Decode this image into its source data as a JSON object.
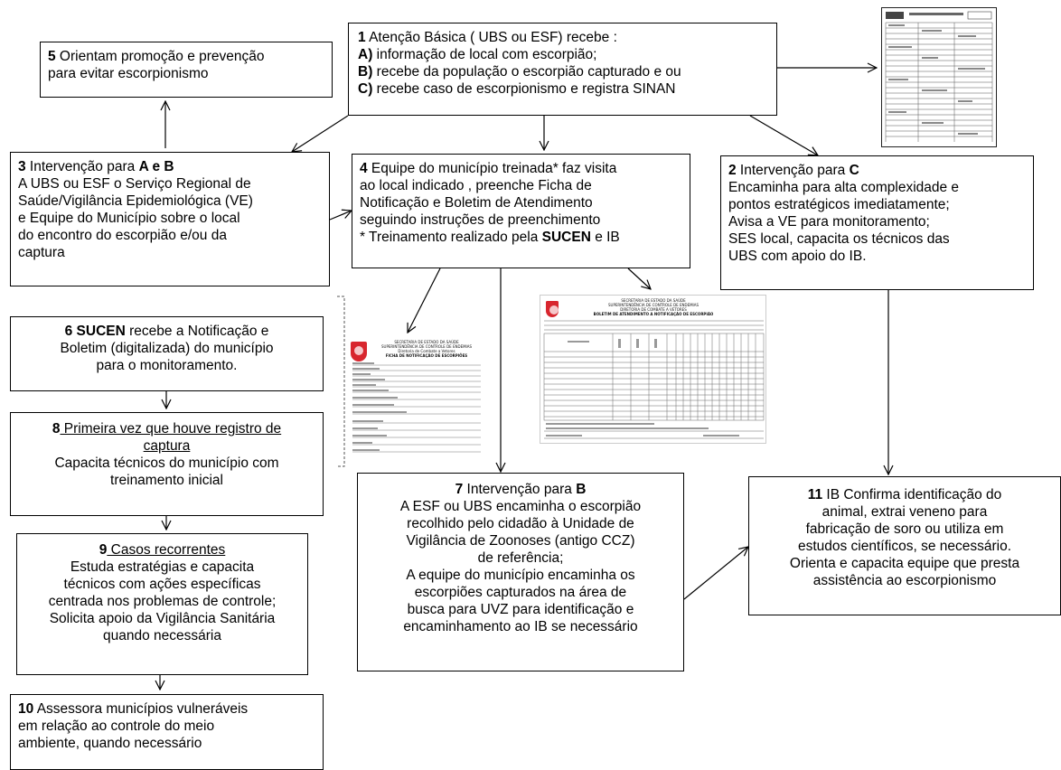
{
  "box1": {
    "num": "1",
    "line1": " Atenção Básica ( UBS ou ESF) recebe :",
    "a_label": "A)",
    "a_text": " informação de local com escorpião;",
    "b_label": "B)",
    "b_text": " recebe da população o escorpião capturado e ou",
    "c_label": "C)",
    "c_text": " recebe caso de escorpionismo e registra SINAN"
  },
  "box2": {
    "num": "2",
    "title_pre": " Intervenção  para ",
    "title_bold": "C",
    "lines": [
      "Encaminha para alta complexidade e",
      "pontos estratégicos imediatamente;",
      "Avisa a VE para monitoramento;",
      "SES local, capacita os técnicos das",
      "UBS com apoio do IB."
    ]
  },
  "box3": {
    "num": "3",
    "title_pre": " Intervenção  para ",
    "title_bold": "A e B",
    "lines": [
      "A  UBS ou ESF o Serviço Regional de",
      "Saúde/Vigilância Epidemiológica  (VE)",
      "e Equipe do Município sobre o local",
      "do encontro  do escorpião e/ou da",
      "captura"
    ]
  },
  "box4": {
    "num": "4",
    "lines": [
      " Equipe do município treinada* faz visita",
      "ao local indicado , preenche Ficha de",
      "Notificação e Boletim de Atendimento",
      "seguindo instruções de preenchimento"
    ],
    "foot_pre": "* Treinamento  realizado pela ",
    "foot_bold": "SUCEN",
    "foot_post": " e IB"
  },
  "box5": {
    "num": "5",
    "line1": " Orientam  promoção e prevenção",
    "line2": "para evitar escorpionismo"
  },
  "box6": {
    "num": "6",
    "bold": " SUCEN",
    "line1_rest": " recebe  a Notificação e",
    "line2": "Boletim  (digitalizada) do município",
    "line3": "para o monitoramento."
  },
  "box7": {
    "num": "7",
    "title_pre": " Intervenção  para  ",
    "title_bold": "B",
    "lines": [
      "A ESF ou UBS encaminha  o escorpião",
      "recolhido pelo cidadão à Unidade de",
      "Vigilância de Zoonoses (antigo CCZ)",
      "de referência;",
      "A equipe do município encaminha  os",
      "escorpiões capturados na área de",
      "busca para UVZ para identificação e",
      "encaminhamento  ao IB se necessário"
    ]
  },
  "box8": {
    "num": "8",
    "title": " Primeira vez que houve registro de",
    "title2": "captura",
    "line1": "Capacita técnicos do município  com",
    "line2": "treinamento inicial"
  },
  "box9": {
    "num": "9",
    "title": " Casos recorrentes",
    "lines": [
      "Estuda estratégias e capacita",
      "técnicos com ações específicas",
      "centrada nos problemas de controle;",
      "Solicita apoio da Vigilância Sanitária",
      "quando necessária"
    ]
  },
  "box10": {
    "num": "10",
    "line1": " Assessora municípios vulneráveis",
    "lines": [
      "em relação ao controle do meio",
      "ambiente, quando necessário"
    ]
  },
  "box11": {
    "num": "11",
    "line1": " IB  Confirma identificação do",
    "lines": [
      "animal,  extrai veneno para",
      "fabricação de soro ou utiliza em",
      "estudos científicos,  se necessário.",
      "Orienta  e capacita equipe que presta",
      "assistência ao escorpionismo"
    ]
  },
  "form_notificacao": {
    "l1": "SECRETARIA DE ESTADO DA SAÚDE",
    "l2": "SUPERINTENDÊNCIA DE CONTROLE DE ENDEMIAS",
    "l3": "Diretoria de Combate a Vetores",
    "l4": "FICHA DE NOTIFICAÇÃO DE ESCORPIÕES"
  },
  "form_boletim": {
    "l1": "SECRETARIA DE ESTADO DA SAÚDE",
    "l2": "SUPERINTENDÊNCIA DE CONTROLE DE ENDEMIAS",
    "l3": "DIRETORIA DE COMBATE A VETORES",
    "l4": "BOLETIM DE ATENDIMENTO A NOTIFICAÇÃO DE ESCORPIÃO"
  }
}
